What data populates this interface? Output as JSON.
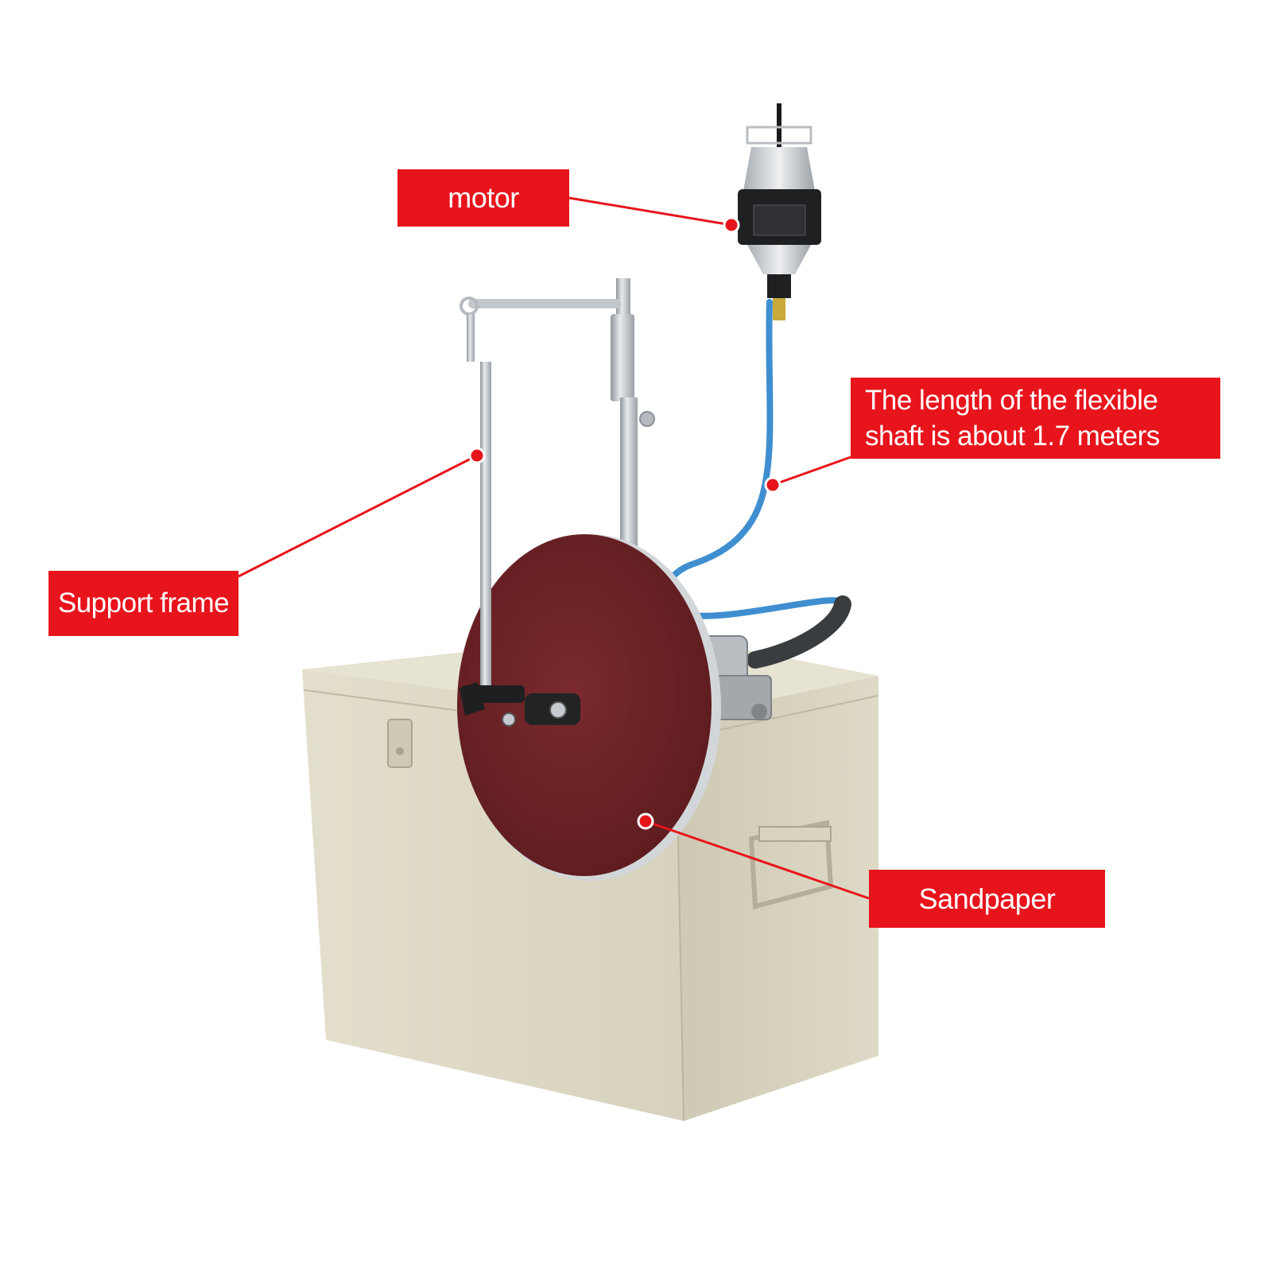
{
  "callouts": {
    "motor": "motor",
    "shaft_line1": "The length of the flexible",
    "shaft_line2": "shaft is about 1.7 meters",
    "support_frame": "Support frame",
    "sandpaper": "Sandpaper"
  },
  "colors": {
    "callout_red": "#e8141c",
    "box_beige": "#dcd8c4",
    "sandpaper_brown": "#6e2226",
    "hose_blue": "#3f8fd0",
    "metal_silver": "#c8ccd0"
  }
}
